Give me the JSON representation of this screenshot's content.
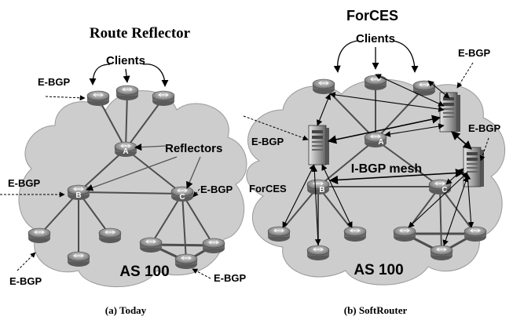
{
  "left": {
    "title": "Route Reflector",
    "clients_label": "Clients",
    "reflectors_label": "Reflectors",
    "ebgp_labels": [
      "E-BGP",
      "E-BGP",
      "E-BGP",
      "E-BGP",
      "E-BGP"
    ],
    "router_a": "A",
    "router_b": "B",
    "router_c": "C",
    "as_label": "AS 100",
    "caption": "(a) Today"
  },
  "right": {
    "title": "ForCES",
    "clients_label": "Clients",
    "ebgp_labels": [
      "E-BGP",
      "E-BGP",
      "E-BGP"
    ],
    "ibgp_label": "I-BGP mesh",
    "forces_label": "ForCES",
    "router_a": "A",
    "router_b": "B",
    "router_c": "C",
    "as_label": "AS 100",
    "caption": "(b) SoftRouter"
  },
  "colors": {
    "cloud": "#cfcfcf",
    "router": "#8a8a8a",
    "link": "#555555",
    "server": "#b0b0b0"
  }
}
